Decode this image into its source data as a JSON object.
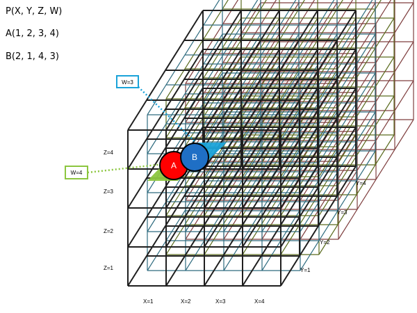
{
  "definitions": [
    "P(X, Y, Z, W)",
    "A(1, 2, 3, 4)",
    "B(2, 1, 4, 3)"
  ],
  "x_labels": [
    "X=1",
    "X=2",
    "X=3",
    "X=4"
  ],
  "y_labels": [
    "Y=1",
    "Y=2",
    "Y=3",
    "Y=4"
  ],
  "z_labels": [
    "Z=1",
    "Z=2",
    "Z=3",
    "Z=4"
  ],
  "callouts": [
    {
      "label": "W=3",
      "color": "#1aa3d9"
    },
    {
      "label": "W=4",
      "color": "#8cc63f"
    }
  ],
  "points": [
    {
      "label": "A",
      "color": "#ff0000",
      "coords": [
        1,
        2,
        3,
        4
      ]
    },
    {
      "label": "B",
      "color": "#1f6fc5",
      "coords": [
        2,
        1,
        4,
        3
      ]
    }
  ],
  "w_layer_colors": [
    "#7f3f3f",
    "#5a6b1e",
    "#2e6b7f",
    "#1f1f1f"
  ]
}
